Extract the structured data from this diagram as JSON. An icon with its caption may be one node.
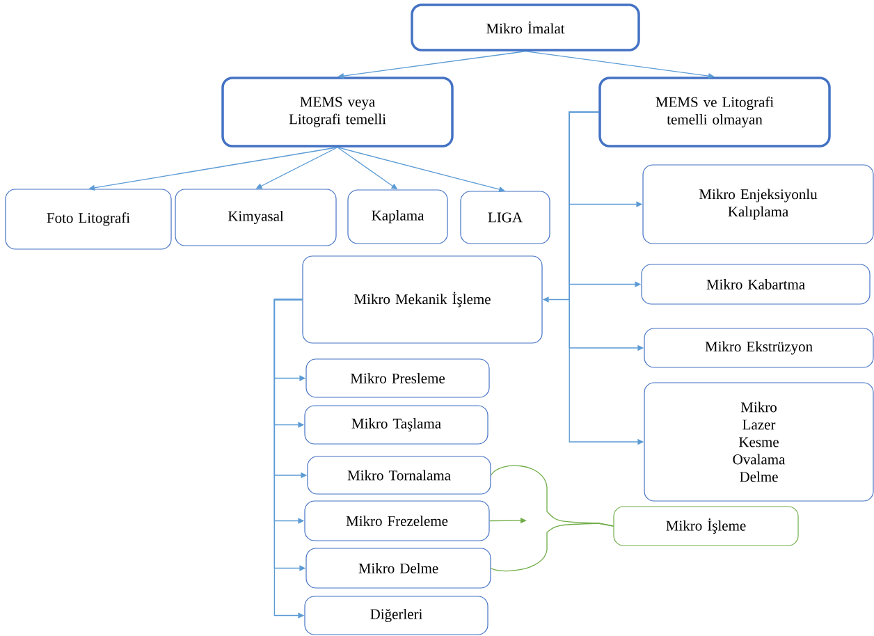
{
  "diagram": {
    "nodes": [
      {
        "text": [
          "Mikro İmalat"
        ]
      },
      {
        "text": [
          "MEMS veya Litografi temelli"
        ]
      },
      {
        "text": [
          "MEMS ve Litografi temelli olmayan"
        ]
      },
      {
        "text": [
          "Foto Litografi"
        ]
      },
      {
        "text": [
          "Kimyasal"
        ]
      },
      {
        "text": [
          "Kaplama"
        ]
      },
      {
        "text": [
          "LIGA"
        ]
      },
      {
        "text": [
          "Mikro Mekanik İşleme"
        ]
      },
      {
        "text": [
          "Mikro Enjeksiyonlu Kalıplama"
        ]
      },
      {
        "text": [
          "Mikro Kabartma"
        ]
      },
      {
        "text": [
          "Mikro Ekstrüzyon"
        ]
      },
      {
        "text": [
          "Mikro Lazer Kesme Ovalama Delme"
        ]
      },
      {
        "text": [
          "Mikro Presleme"
        ]
      },
      {
        "text": [
          "Mikro Taşlama"
        ]
      },
      {
        "text": [
          "Mikro Tornalama"
        ]
      },
      {
        "text": [
          "Mikro Frezeleme"
        ]
      },
      {
        "text": [
          "Mikro Delme"
        ]
      },
      {
        "text": [
          "Diğerleri"
        ]
      },
      {
        "text": [
          "Mikro İşleme"
        ]
      }
    ],
    "edges": [
      {
        "from": 0,
        "to": 1,
        "arrow": "to"
      },
      {
        "from": 0,
        "to": 2,
        "arrow": "to"
      },
      {
        "from": 1,
        "to": 3,
        "arrow": "to"
      },
      {
        "from": 1,
        "to": 4,
        "arrow": "to"
      },
      {
        "from": 1,
        "to": 5,
        "arrow": "to"
      },
      {
        "from": 1,
        "to": 6,
        "arrow": "to"
      },
      {
        "from": 2,
        "to": 8,
        "arrow": "to"
      },
      {
        "from": 2,
        "to": 9,
        "arrow": "to"
      },
      {
        "from": 2,
        "to": 7,
        "arrow": "to"
      },
      {
        "from": 2,
        "to": 10,
        "arrow": "to"
      },
      {
        "from": 2,
        "to": 11,
        "arrow": "to"
      },
      {
        "from": 7,
        "to": 12,
        "arrow": "to"
      },
      {
        "from": 7,
        "to": 13,
        "arrow": "to"
      },
      {
        "from": 7,
        "to": 14,
        "arrow": "to"
      },
      {
        "from": 7,
        "to": 15,
        "arrow": "to"
      },
      {
        "from": 7,
        "to": 16,
        "arrow": "to"
      },
      {
        "from": 7,
        "to": 17,
        "arrow": "to"
      },
      {
        "from": 15,
        "to": null,
        "arrow": "to",
        "color": "#70ad47"
      },
      {
        "from": 14,
        "to": 18,
        "arrow": "none",
        "color": "#70ad47"
      },
      {
        "from": 16,
        "to": 18,
        "arrow": "none",
        "color": "#70ad47"
      }
    ]
  }
}
